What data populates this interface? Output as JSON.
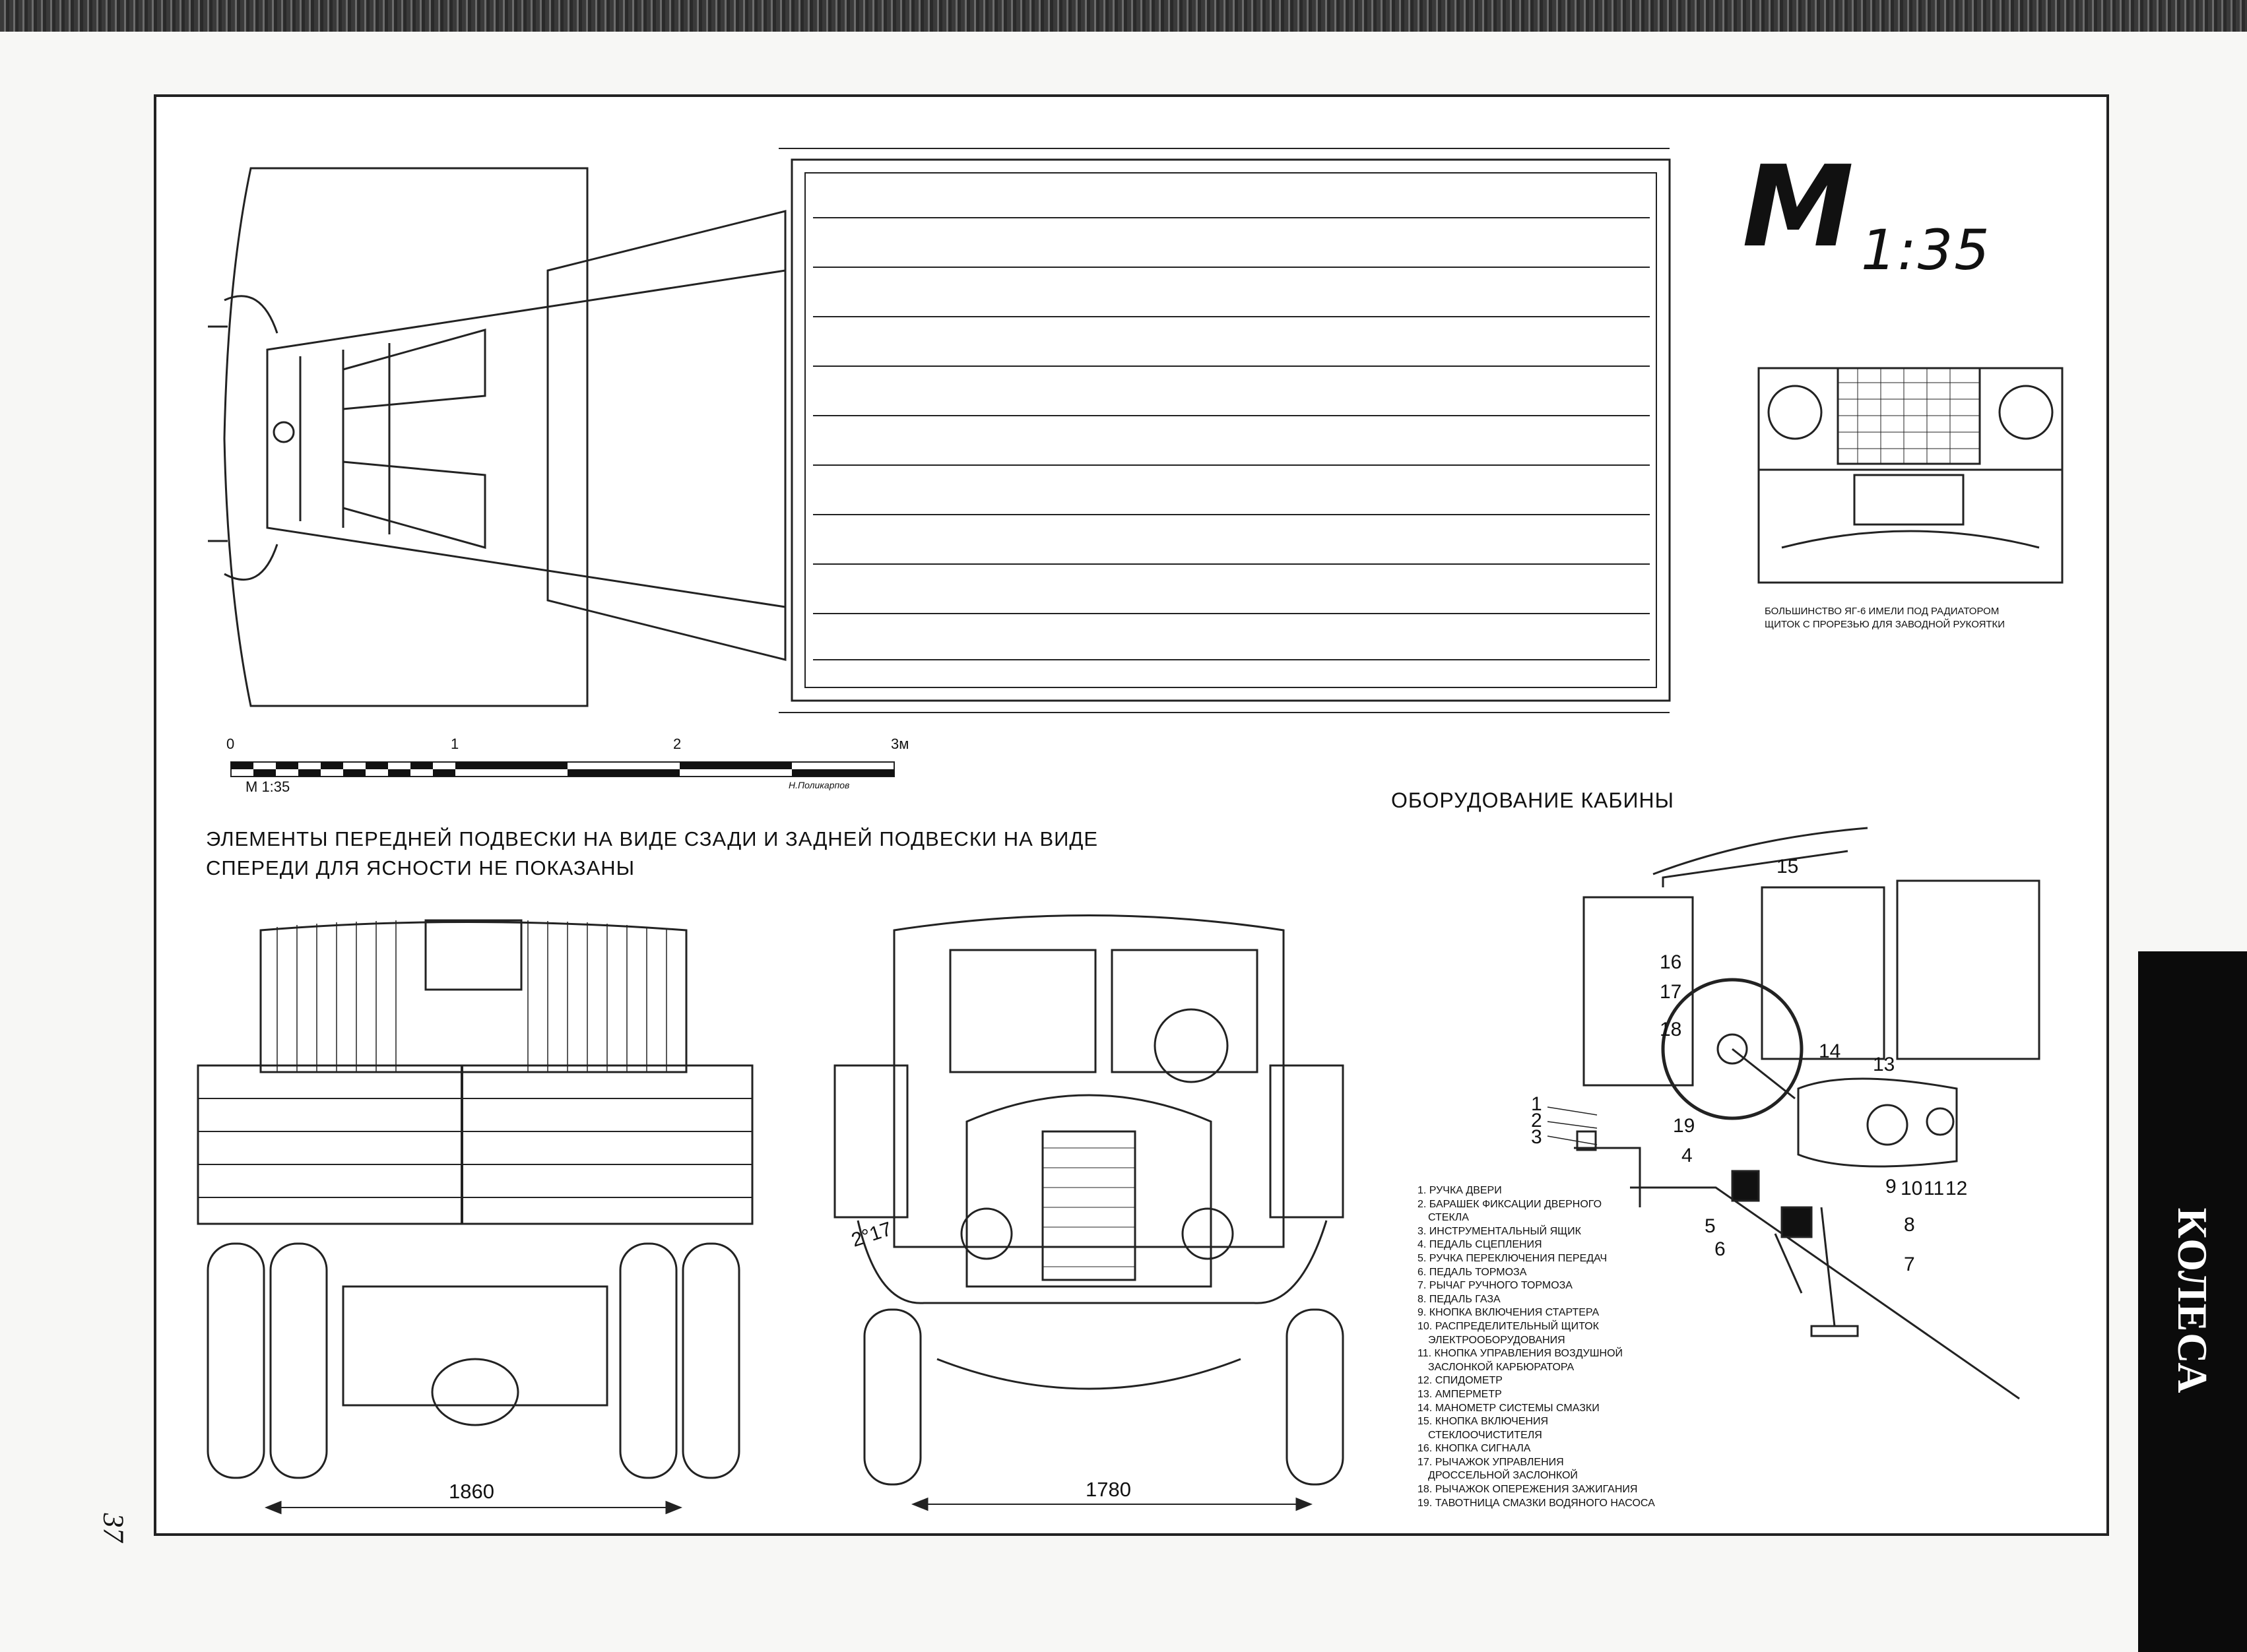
{
  "logo": {
    "mark": "M",
    "scale": "1:35"
  },
  "scale_bar": {
    "ticks": [
      "0",
      "1",
      "2",
      "3м"
    ],
    "scale_label": "М 1:35",
    "author": "Н.Поликарпов"
  },
  "inset_caption": [
    "БОЛЬШИНСТВО ЯГ-6 ИМЕЛИ ПОД РАДИАТОРОМ",
    "ЩИТОК С ПРОРЕЗЬЮ ДЛЯ ЗАВОДНОЙ РУКОЯТКИ"
  ],
  "note": [
    "ЭЛЕМЕНТЫ ПЕРЕДНЕЙ ПОДВЕСКИ НА ВИДЕ СЗАДИ И ЗАДНЕЙ ПОДВЕСКИ НА ВИДЕ",
    "СПЕРЕДИ ДЛЯ ЯСНОСТИ НЕ ПОКАЗАНЫ"
  ],
  "cab_heading": "ОБОРУДОВАНИЕ КАБИНЫ",
  "dimensions": {
    "rear_track": "1860",
    "front_track": "1780"
  },
  "bumper_marking": "2°17",
  "cab_callouts": [
    "1",
    "2",
    "3",
    "4",
    "5",
    "6",
    "7",
    "8",
    "9",
    "10",
    "11",
    "12",
    "13",
    "14",
    "15",
    "16",
    "17",
    "18",
    "19"
  ],
  "legend": [
    "1. РУЧКА ДВЕРИ",
    "2. БАРАШЕК ФИКСАЦИИ ДВЕРНОГО",
    "СТЕКЛА",
    "3. ИНСТРУМЕНТАЛЬНЫЙ ЯЩИК",
    "4. ПЕДАЛЬ СЦЕПЛЕНИЯ",
    "5. РУЧКА ПЕРЕКЛЮЧЕНИЯ ПЕРЕДАЧ",
    "6. ПЕДАЛЬ ТОРМОЗА",
    "7. РЫЧАГ РУЧНОГО ТОРМОЗА",
    "8. ПЕДАЛЬ ГАЗА",
    "9. КНОПКА ВКЛЮЧЕНИЯ СТАРТЕРА",
    "10. РАСПРЕДЕЛИТЕЛЬНЫЙ ЩИТОК",
    "ЭЛЕКТРООБОРУДОВАНИЯ",
    "11. КНОПКА УПРАВЛЕНИЯ ВОЗДУШНОЙ",
    "ЗАСЛОНКОЙ КАРБЮРАТОРА",
    "12. СПИДОМЕТР",
    "13. АМПЕРМЕТР",
    "14. МАНОМЕТР СИСТЕМЫ СМАЗКИ",
    "15. КНОПКА ВКЛЮЧЕНИЯ",
    "СТЕКЛООЧИСТИТЕЛЯ",
    "16. КНОПКА СИГНАЛА",
    "17. РЫЧАЖОК УПРАВЛЕНИЯ",
    "ДРОССЕЛЬНОЙ ЗАСЛОНКОЙ",
    "18. РЫЧАЖОК ОПЕРЕЖЕНИЯ ЗАЖИГАНИЯ",
    "19. ТАВОТНИЦА СМАЗКИ ВОДЯНОГО НАСОСА"
  ],
  "side_tab": "КОЛЕСА",
  "page_number": "37"
}
